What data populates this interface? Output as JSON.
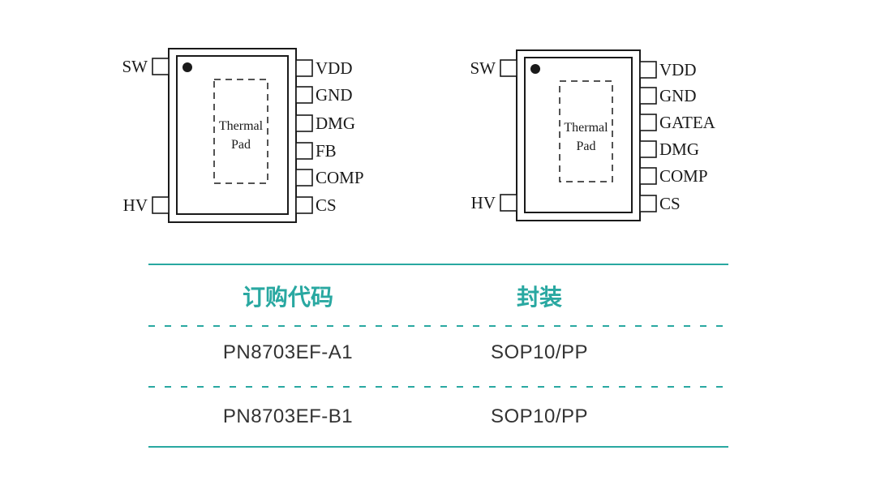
{
  "packages": [
    {
      "left_pins": [
        "SW",
        "HV"
      ],
      "right_pins": [
        "VDD",
        "GND",
        "DMG",
        "FB",
        "COMP",
        "CS"
      ],
      "pad_label": [
        "Thermal",
        "Pad"
      ]
    },
    {
      "left_pins": [
        "SW",
        "HV"
      ],
      "right_pins": [
        "VDD",
        "GND",
        "GATEA",
        "DMG",
        "COMP",
        "CS"
      ],
      "pad_label": [
        "Thermal",
        "Pad"
      ]
    }
  ],
  "table": {
    "headers": {
      "code": "订购代码",
      "package": "封装"
    },
    "rows": [
      {
        "code": "PN8703EF-A1",
        "package": "SOP10/PP"
      },
      {
        "code": "PN8703EF-B1",
        "package": "SOP10/PP"
      }
    ]
  },
  "colors": {
    "accent": "#29a8a1",
    "ink": "#1a1a1a",
    "text": "#333333"
  }
}
